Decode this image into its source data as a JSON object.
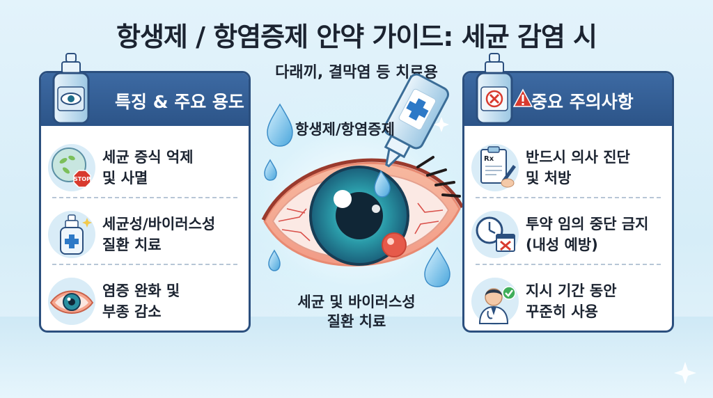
{
  "title": "항생제 / 항염증제 안약 가이드: 세균 감염 시",
  "subtitle": "다래끼, 결막염 등 치료용",
  "center": {
    "drop_label": "항생제/항염증제",
    "bottom_line1": "세균 및 바이러스성",
    "bottom_line2": "질환 치료"
  },
  "left_panel": {
    "header": "특징 & 주요 용도",
    "items": [
      {
        "line1": "세균 증식 억제",
        "line2": "및 사멸",
        "icon": "bacteria-stop-icon",
        "badge": "STOP"
      },
      {
        "line1": "세균성/바이러스성",
        "line2": "질환 치료",
        "icon": "eyedrop-bottle-icon"
      },
      {
        "line1": "염증 완화 및",
        "line2": "부종 감소",
        "icon": "eye-icon"
      }
    ]
  },
  "right_panel": {
    "header": "중요 주의사항",
    "items": [
      {
        "line1": "반드시 의사 진단",
        "line2": "및 처방",
        "icon": "prescription-icon",
        "badge": "Rx"
      },
      {
        "line1": "투약 임의 중단 금지",
        "line2": "(내성 예방)",
        "icon": "clock-calendar-icon"
      },
      {
        "line1": "지시 기간 동안",
        "line2": "꾸준히 사용",
        "icon": "doctor-icon"
      }
    ]
  },
  "colors": {
    "panel_border": "#2b4f7e",
    "panel_header": "#3461a0",
    "iris": "#1f7f8f",
    "warning": "#d83a2e"
  }
}
